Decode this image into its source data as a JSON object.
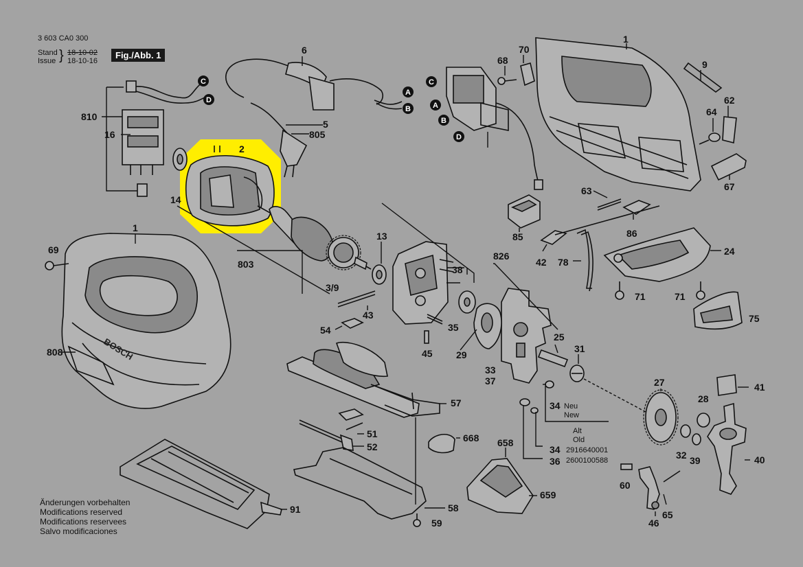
{
  "header": {
    "doc_number": "3 603 CA0 300",
    "stand_label": "Stand",
    "issue_label": "Issue",
    "old_date": "18-10-02",
    "new_date": "18-10-16",
    "figure_label": "Fig./Abb. 1"
  },
  "disclaimer": [
    "Änderungen vorbehalten",
    "Modifications reserved",
    "Modifications reservees",
    "Salvo modificaciones"
  ],
  "notes": {
    "neu": "Neu",
    "new": "New",
    "alt": "Alt",
    "old": "Old",
    "part_34_number": "2916640001",
    "part_36_number": "2600100588"
  },
  "highlight_color": "#ffee00",
  "parts": [
    "1",
    "2",
    "3/9",
    "5",
    "6",
    "9",
    "13",
    "14",
    "16",
    "24",
    "25",
    "27",
    "28",
    "29",
    "31",
    "32",
    "33",
    "34",
    "35",
    "36",
    "37",
    "38",
    "39",
    "40",
    "41",
    "42",
    "43",
    "45",
    "46",
    "51",
    "52",
    "54",
    "57",
    "58",
    "59",
    "60",
    "62",
    "63",
    "64",
    "65",
    "67",
    "68",
    "69",
    "70",
    "71",
    "75",
    "78",
    "85",
    "86",
    "91",
    "658",
    "659",
    "668",
    "803",
    "805",
    "808",
    "810",
    "826"
  ],
  "connector_letters": [
    "A",
    "B",
    "C",
    "D"
  ]
}
